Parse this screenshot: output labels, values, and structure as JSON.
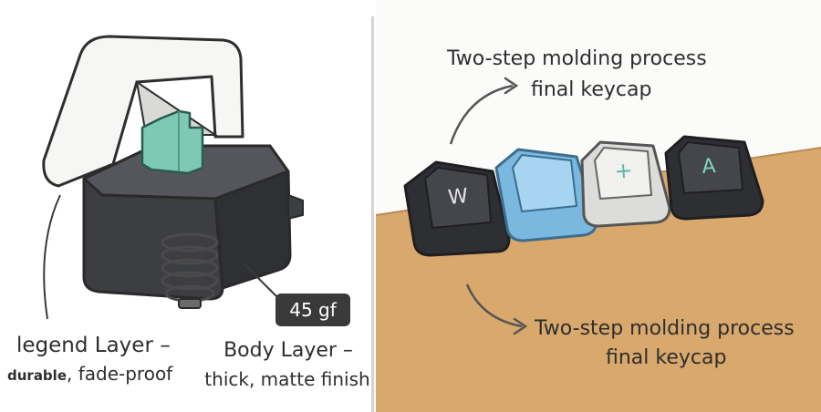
{
  "switch_diagram": {
    "force_badge": "45 gf",
    "legend_layer": {
      "title": "legend Layer –",
      "desc_bold": "durable",
      "desc_rest": ", fade-proof"
    },
    "body_layer": {
      "title": "Body Layer –",
      "desc": "thick, matte finish"
    }
  },
  "keycaps_illustration": {
    "top_label": {
      "line1": "Two-step molding process",
      "line2": "final keycap"
    },
    "bottom_label": {
      "line1": "Two-step molding process",
      "line2": "final keycap"
    },
    "keycaps": [
      {
        "legend": "W",
        "color": "#3b3c40"
      },
      {
        "legend": "",
        "color": "#8ec6ea"
      },
      {
        "legend": "+",
        "color": "#e8e8e6"
      },
      {
        "legend": "A",
        "color": "#3b3c40"
      }
    ]
  },
  "colors": {
    "stem": "#7fc9b4",
    "housing": "#3d3e42",
    "desk": "#d9a86c"
  }
}
